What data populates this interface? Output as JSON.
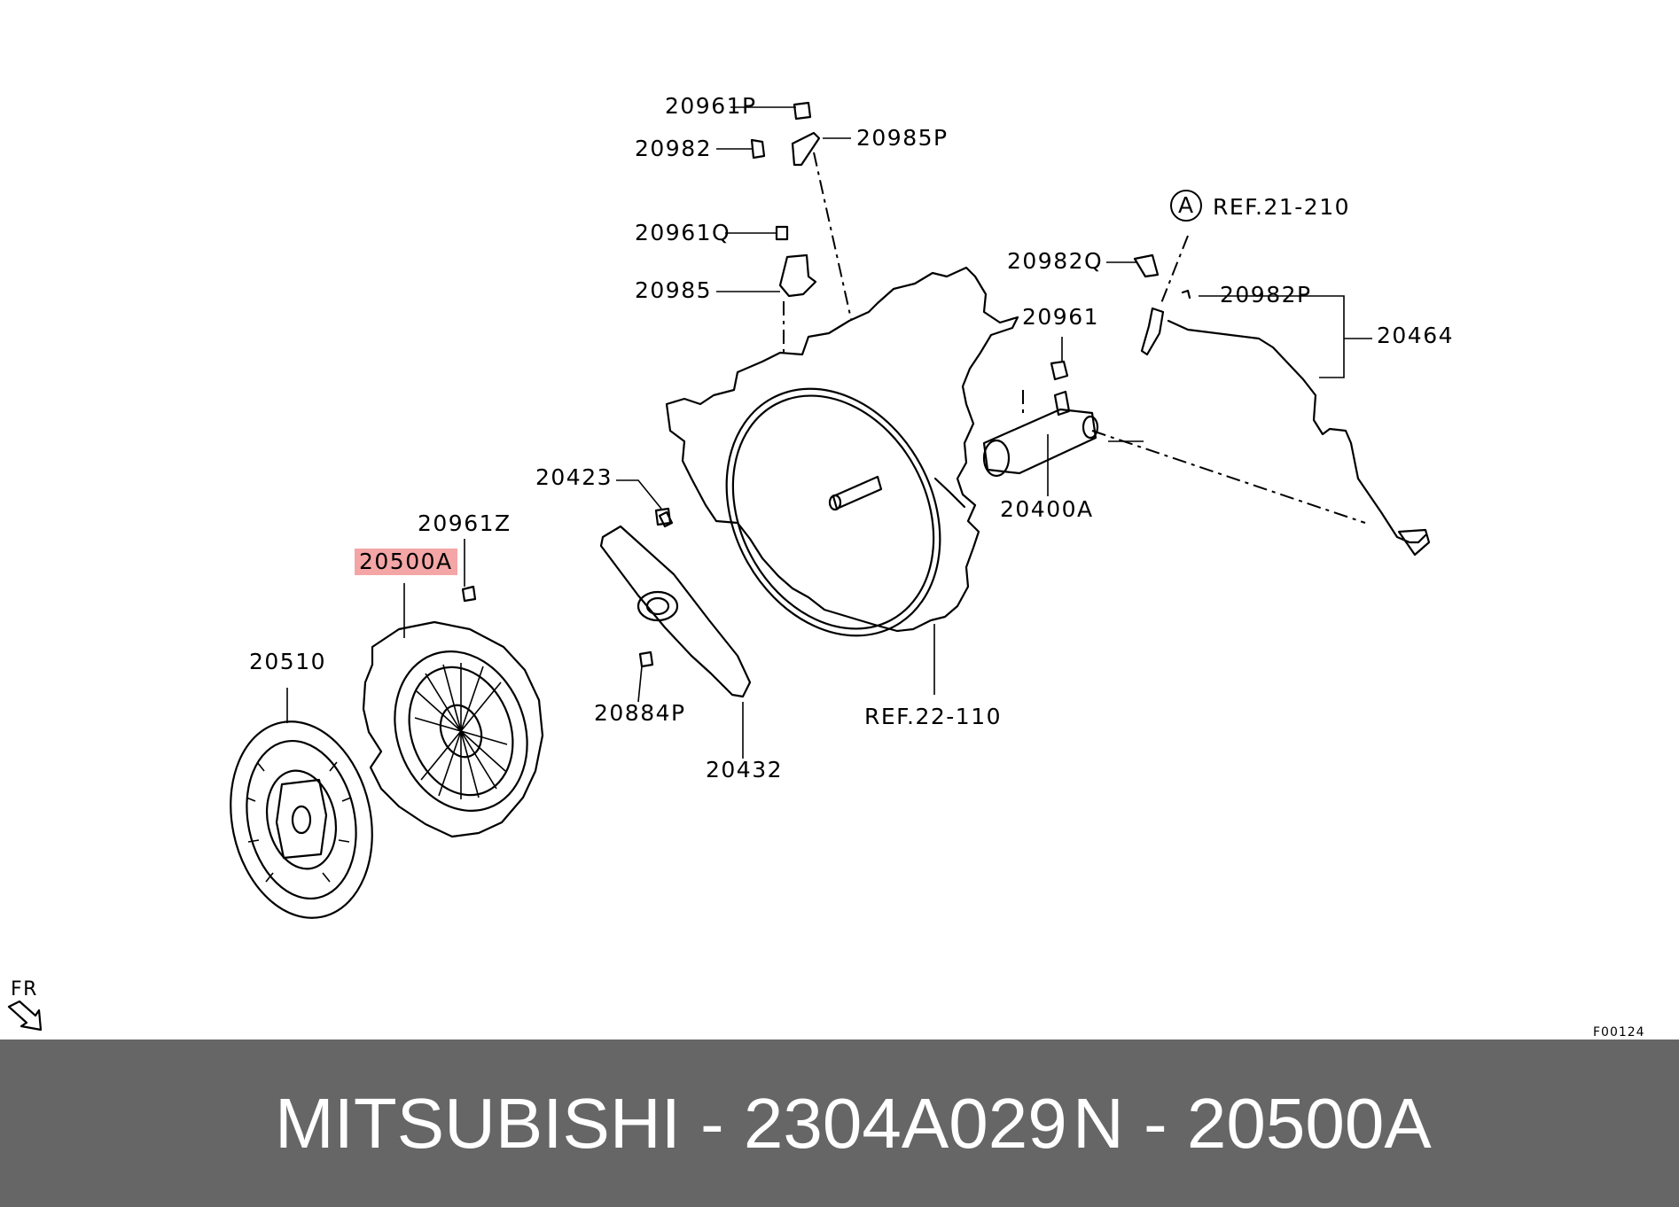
{
  "callouts": {
    "c20961P": "20961P",
    "c20982": "20982",
    "c20985P": "20985P",
    "c20961Q": "20961Q",
    "c20985": "20985",
    "c20982Q": "20982Q",
    "c20982P": "20982P",
    "c20464": "20464",
    "c20961": "20961",
    "c20423": "20423",
    "c20400A": "20400A",
    "c20961Z": "20961Z",
    "c20500A": "20500A",
    "c20510": "20510",
    "c20884P": "20884P",
    "c20432": "20432",
    "ref22": "REF.22-110",
    "ref21": "REF.21-210",
    "ref21_marker": "A"
  },
  "orientation": {
    "label": "FR"
  },
  "figure_code": "F00124",
  "footer": {
    "brand_part": "MITSUBISHI - 2304A029",
    "ref_part": "N - 20500A"
  },
  "colors": {
    "highlight": "#f4a5a5",
    "footer_bg": "#666666",
    "footer_text": "#ffffff"
  }
}
